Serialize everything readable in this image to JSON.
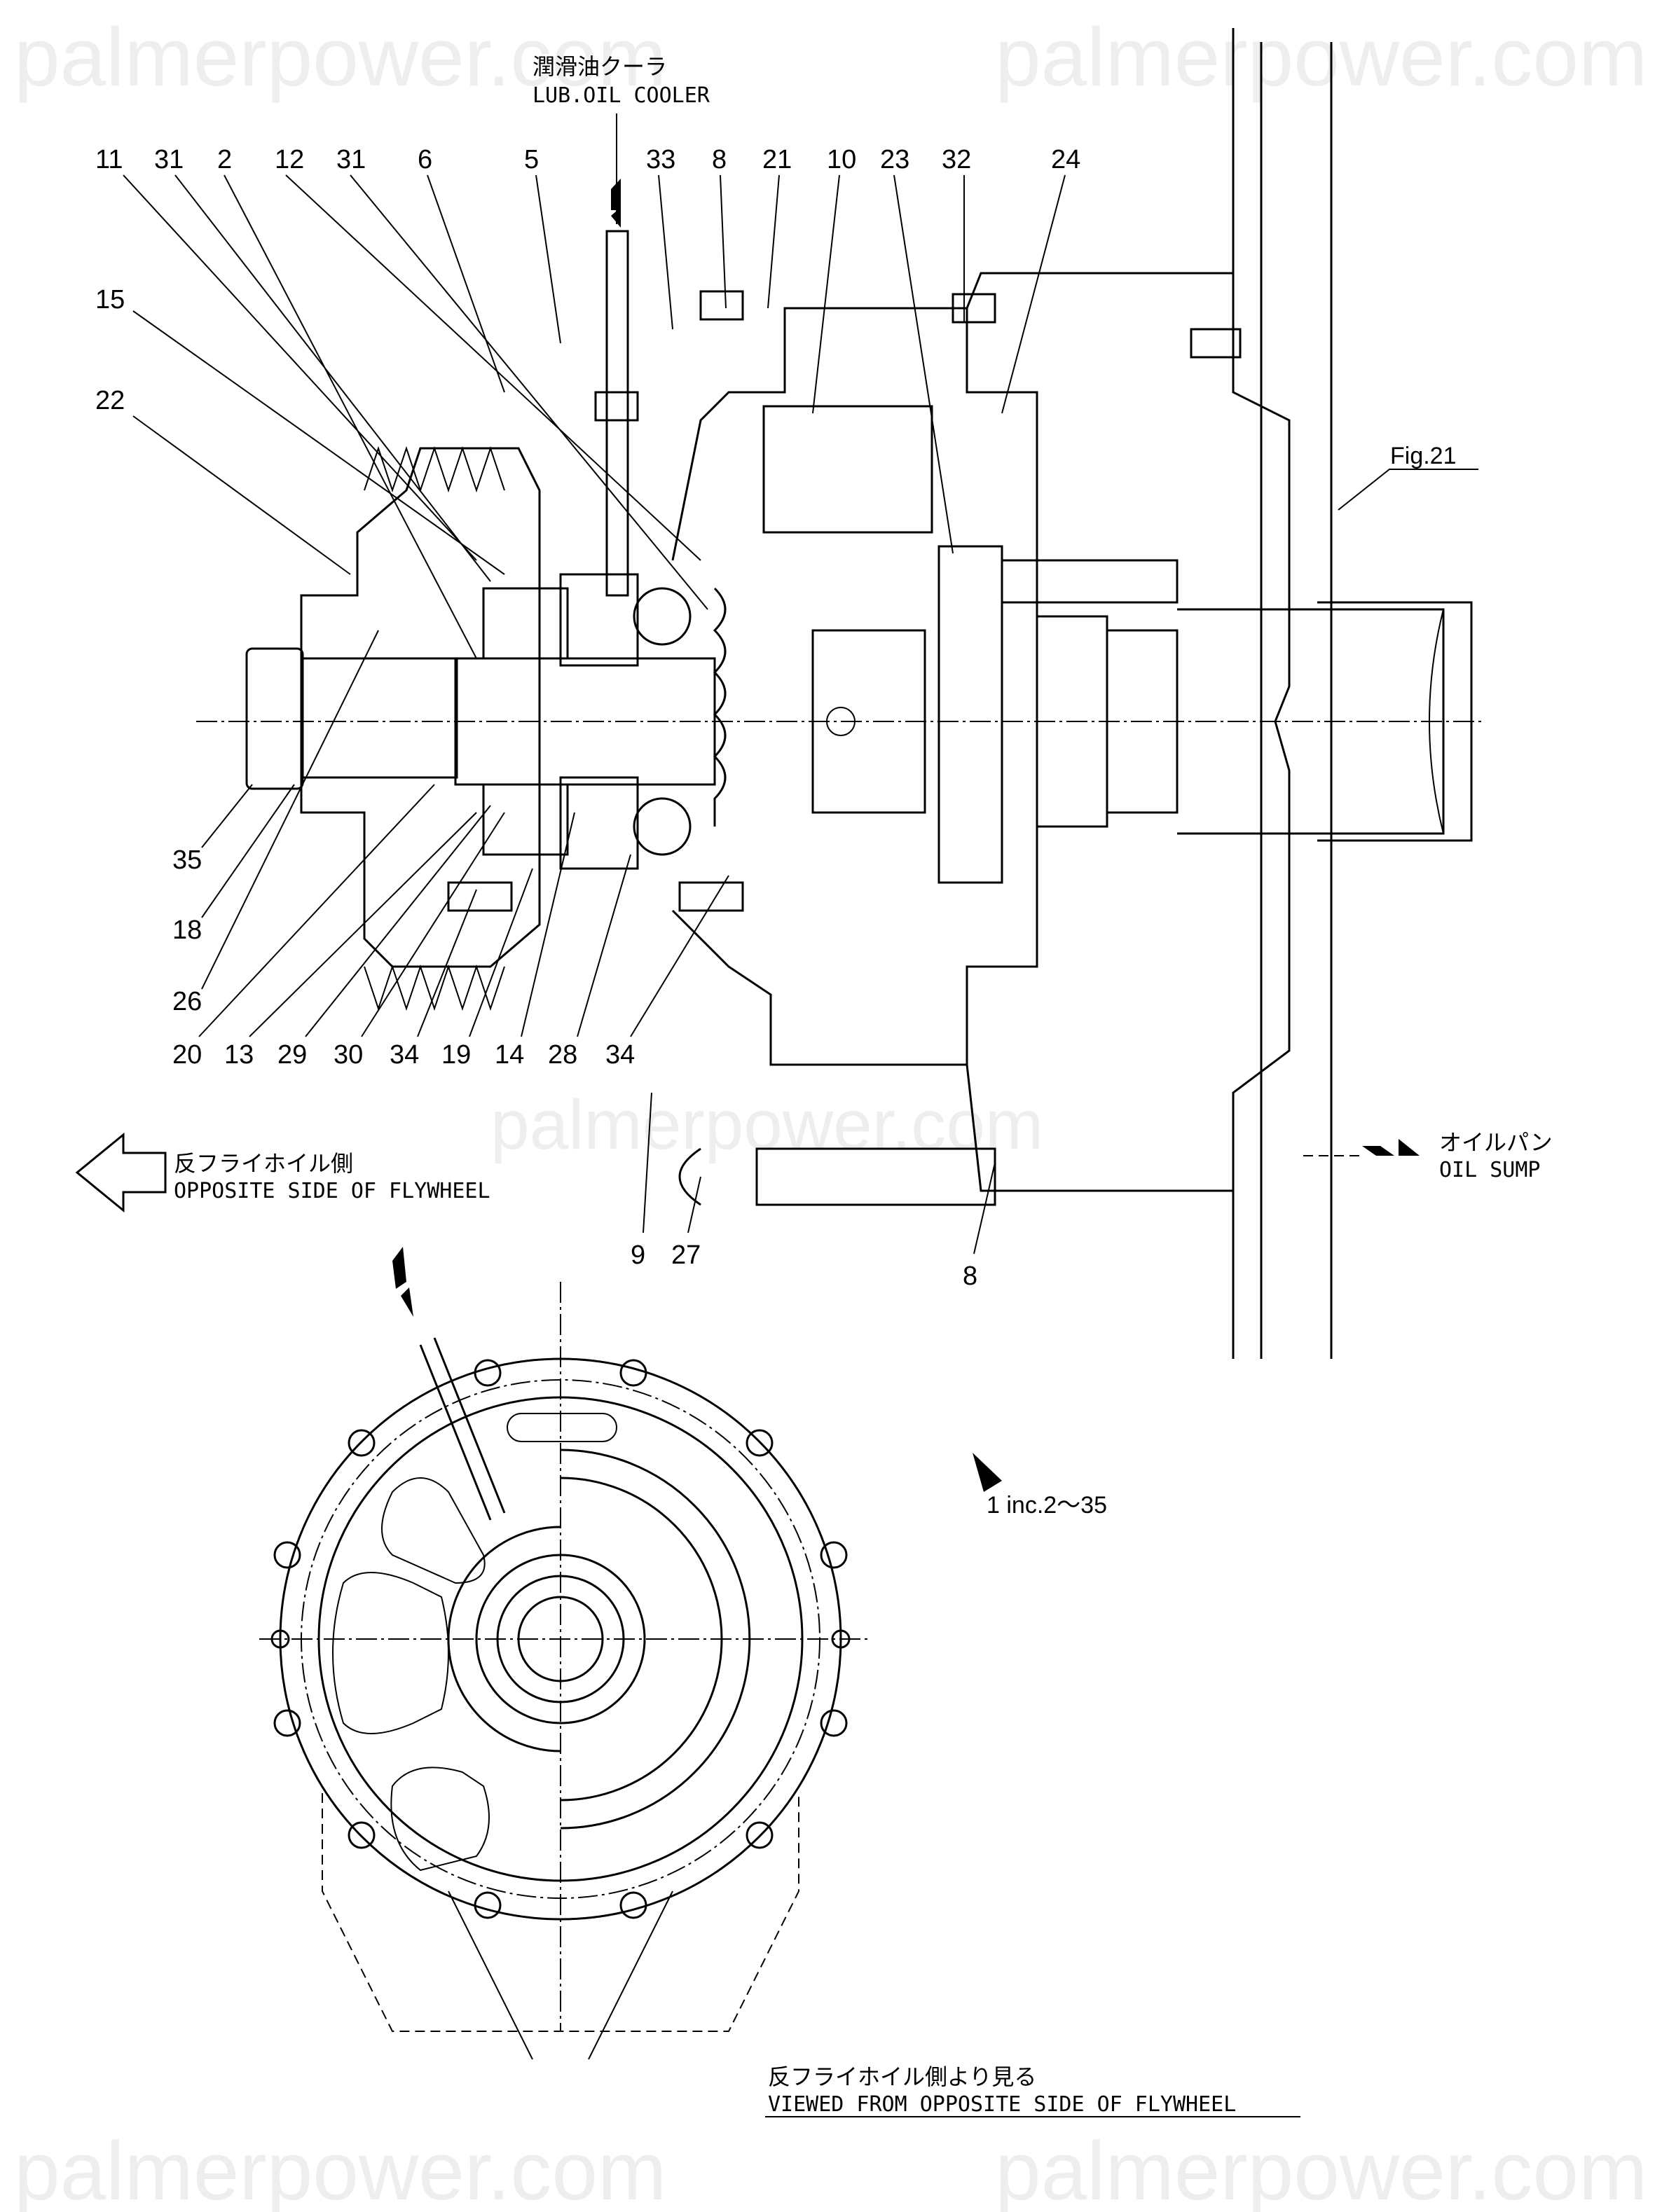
{
  "watermark": "palmerpower.com",
  "lub_oil_cooler": {
    "jp": "潤滑油クーラ",
    "en": "LUB.OIL COOLER"
  },
  "oil_sump": {
    "jp": "オイルパン",
    "en": "OIL SUMP"
  },
  "opposite_side": {
    "jp": "反フライホイル側",
    "en": "OPPOSITE SIDE OF FLYWHEEL"
  },
  "view_caption": {
    "jp": "反フライホイル側より見る",
    "en": "VIEWED FROM OPPOSITE SIDE OF FLYWHEEL"
  },
  "fig_ref": "Fig.21",
  "assembly_note": "1 inc.2～35",
  "callouts": {
    "top": [
      "11",
      "31",
      "2",
      "12",
      "31",
      "6",
      "5",
      "33",
      "8",
      "21",
      "10",
      "23",
      "32",
      "24"
    ],
    "left_upper": [
      "15",
      "22"
    ],
    "left_lower": [
      "35",
      "18",
      "26"
    ],
    "bottom": [
      "20",
      "13",
      "29",
      "30",
      "34",
      "19",
      "14",
      "28",
      "34"
    ],
    "lower_extra": [
      "9",
      "27",
      "8"
    ]
  }
}
